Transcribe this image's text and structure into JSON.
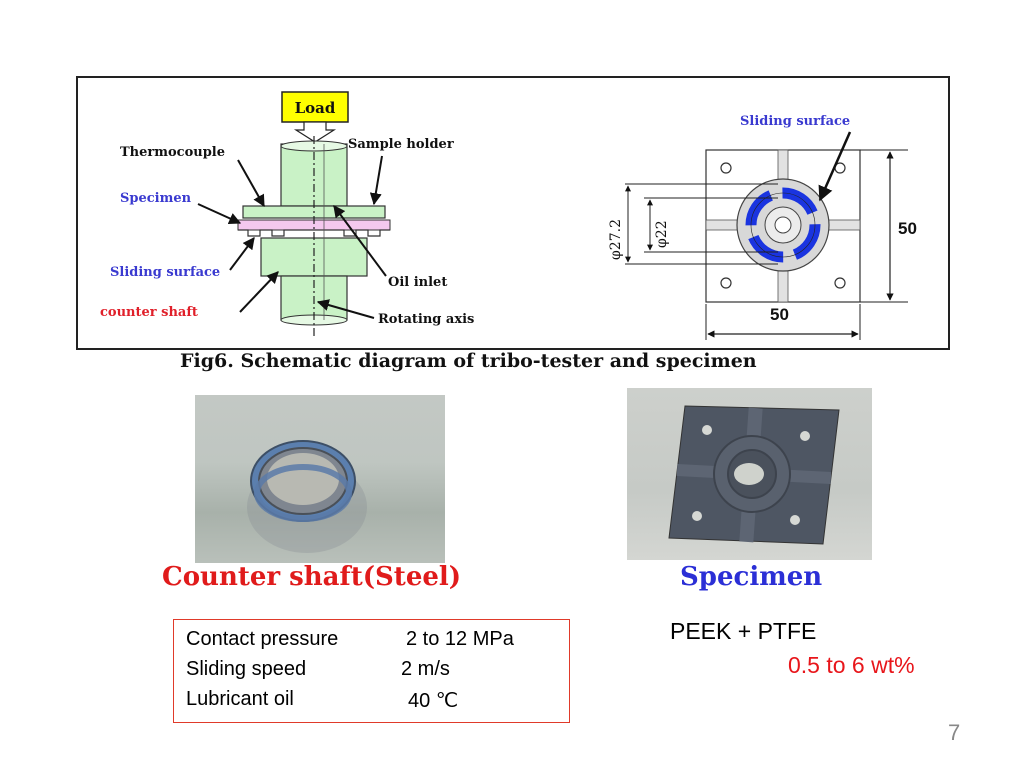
{
  "figure": {
    "caption": "Fig6. Schematic diagram of tribo-tester and specimen",
    "schematic": {
      "load": "Load",
      "thermocouple": "Thermocouple",
      "sample_holder": "Sample holder",
      "specimen": "Specimen",
      "sliding_surface": "Sliding surface",
      "oil_inlet": "Oil inlet",
      "counter_shaft": "counter shaft",
      "rotating_axis": "Rotating axis"
    },
    "specimen_drawing": {
      "sliding_surface": "Sliding surface",
      "outer_diameter": "φ27.2",
      "inner_diameter": "φ22",
      "height": "50",
      "width": "50"
    },
    "colors": {
      "load_box": "#ffff00",
      "holder_green": "#c9f2c6",
      "specimen_pink": "#f4c8ee",
      "sliding_blue": "#1a34e0",
      "label_blue": "#3a3ad0",
      "label_red": "#e0202a"
    }
  },
  "photos": {
    "counter_caption": "Counter shaft(Steel)",
    "specimen_caption": "Specimen"
  },
  "conditions": [
    {
      "label": "Contact pressure",
      "value": "2 to 12 MPa"
    },
    {
      "label": "Sliding speed",
      "value": "2 m/s"
    },
    {
      "label": "Lubricant oil",
      "value": "40 ℃"
    }
  ],
  "material": {
    "name": "PEEK + PTFE",
    "content": "0.5 to 6 wt%"
  },
  "page_number": "7"
}
